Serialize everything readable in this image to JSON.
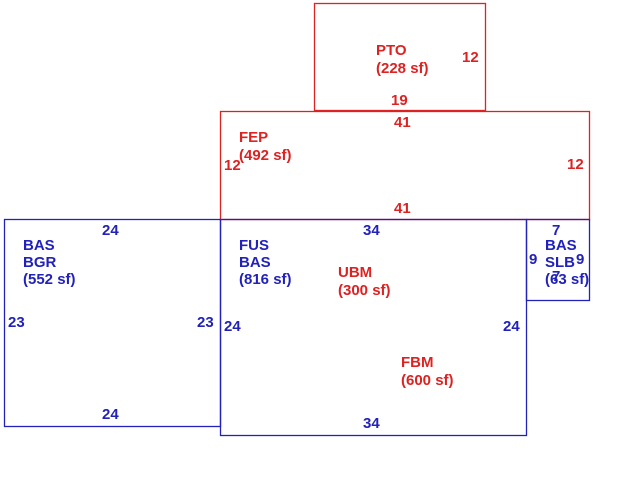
{
  "colors": {
    "living_area": "#2222bb",
    "non_living_area": "#dd2222",
    "background": "#ffffff"
  },
  "areas": {
    "pto": {
      "code": "PTO",
      "area": "(228 sf)",
      "dim_right": "12",
      "dim_bottom": "19"
    },
    "fep": {
      "code": "FEP",
      "area": "(492 sf)",
      "dim_top": "41",
      "dim_left": "12",
      "dim_right": "12",
      "dim_bottom": "41"
    },
    "bas_bgr": {
      "code_1": "BAS",
      "code_2": "BGR",
      "area": "(552 sf)",
      "dim_top": "24",
      "dim_left": "23",
      "dim_right": "23",
      "dim_bottom": "24"
    },
    "fus_bas": {
      "code_1": "FUS",
      "code_2": "BAS",
      "area": "(816 sf)",
      "dim_top": "34",
      "dim_left": "24",
      "dim_right": "24",
      "dim_bottom": "34"
    },
    "ubm": {
      "code": "UBM",
      "area": "(300 sf)"
    },
    "fbm": {
      "code": "FBM",
      "area": "(600 sf)"
    },
    "bas_slb": {
      "code_1": "BAS",
      "code_2": "SLB",
      "area": "(63 sf)",
      "dim_top": "7",
      "dim_left": "9",
      "dim_right": "9",
      "dim_bottom": "7"
    }
  }
}
